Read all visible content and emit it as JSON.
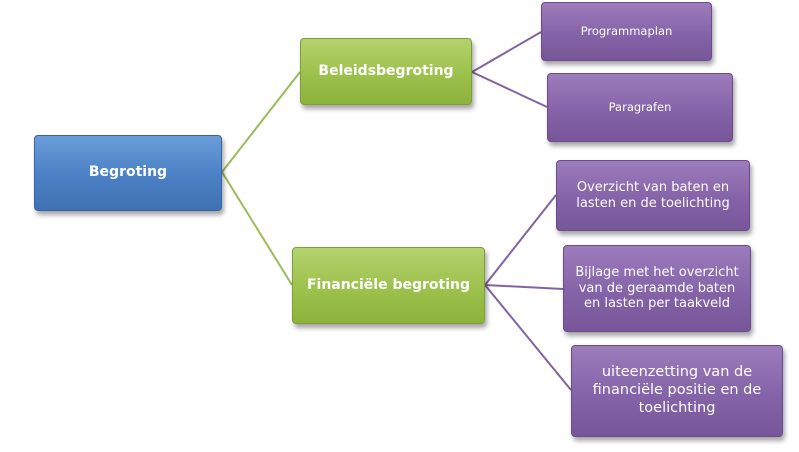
{
  "diagram": {
    "root": {
      "label": "Begroting"
    },
    "branches": [
      {
        "label": "Beleidsbegroting",
        "children": [
          {
            "label": "Programmaplan"
          },
          {
            "label": "Paragrafen"
          }
        ]
      },
      {
        "label": "Financiële begroting",
        "children": [
          {
            "label": "Overzicht van baten en lasten en de toelichting"
          },
          {
            "label": "Bijlage met het overzicht van de geraamde baten en lasten per taakveld"
          },
          {
            "label": "uiteenzetting van de financiële positie en de toelichting"
          }
        ]
      }
    ]
  },
  "colors": {
    "root": "#4f81bd",
    "branch": "#9bbb59",
    "leaf": "#8064a2",
    "root_connector": "#9bbb59",
    "leaf_connector": "#8064a2"
  }
}
